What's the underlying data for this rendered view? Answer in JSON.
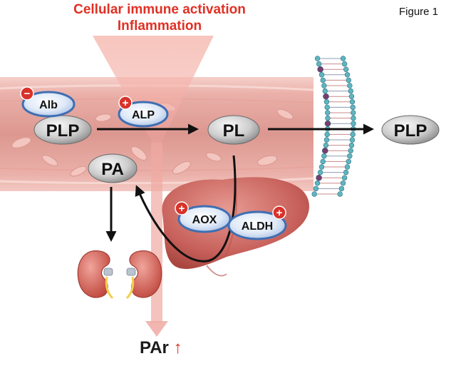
{
  "header": {
    "title_line1": "Cellular immune activation",
    "title_line2": "Inflammation",
    "figure_label": "Figure 1"
  },
  "nodes": {
    "plp_left": "PLP",
    "pl": "PL",
    "plp_right": "PLP",
    "pa": "PA"
  },
  "enzymes": {
    "alb": {
      "label": "Alb",
      "sign": "−"
    },
    "alp": {
      "label": "ALP",
      "sign": "+"
    },
    "aox": {
      "label": "AOX",
      "sign": "+"
    },
    "aldh": {
      "label": "ALDH",
      "sign": "+"
    }
  },
  "footer": {
    "par_label": "PAr",
    "par_arrow": "↑"
  },
  "colors": {
    "title_red": "#e03024",
    "vessel": "#e9aaa4",
    "enzyme_blue": "#3f6fb3",
    "node_grey": "#cfcfcf",
    "liver": "#c9625e",
    "kidney": "#c85a52"
  }
}
